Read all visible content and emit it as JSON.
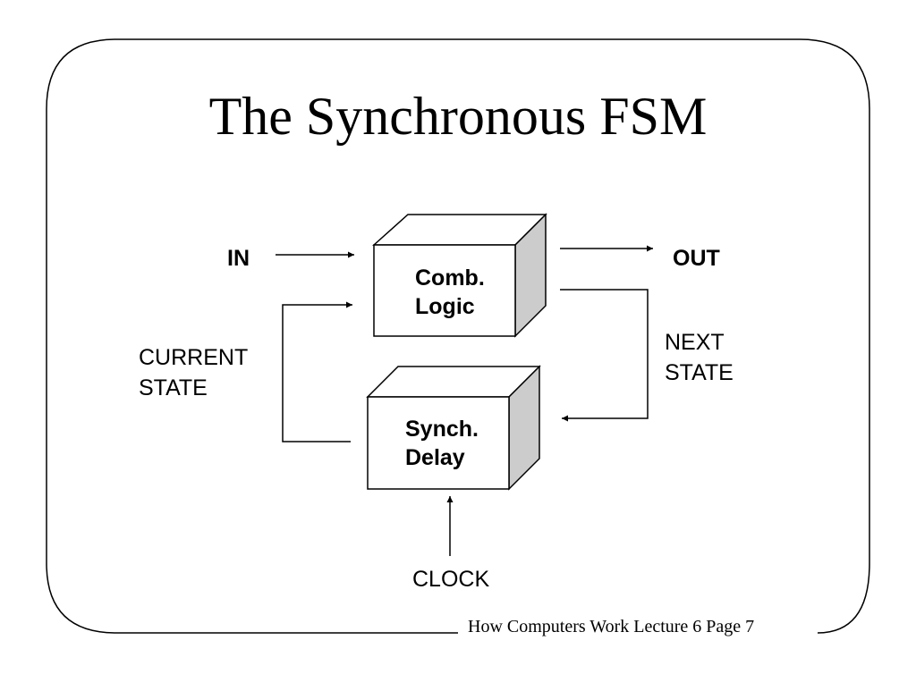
{
  "slide": {
    "title": "The Synchronous FSM",
    "footer": "How Computers Work Lecture 6 Page 7"
  },
  "diagram": {
    "blocks": [
      {
        "id": "comb",
        "line1": "Comb.",
        "line2": "Logic"
      },
      {
        "id": "delay",
        "line1": "Synch.",
        "line2": "Delay"
      }
    ],
    "labels": {
      "in": "IN",
      "out": "OUT",
      "current_state_1": "CURRENT",
      "current_state_2": "STATE",
      "next_state_1": "NEXT",
      "next_state_2": "STATE",
      "clock": "CLOCK"
    },
    "colors": {
      "face": "#ffffff",
      "side": "#cccccc",
      "line": "#000000"
    }
  }
}
